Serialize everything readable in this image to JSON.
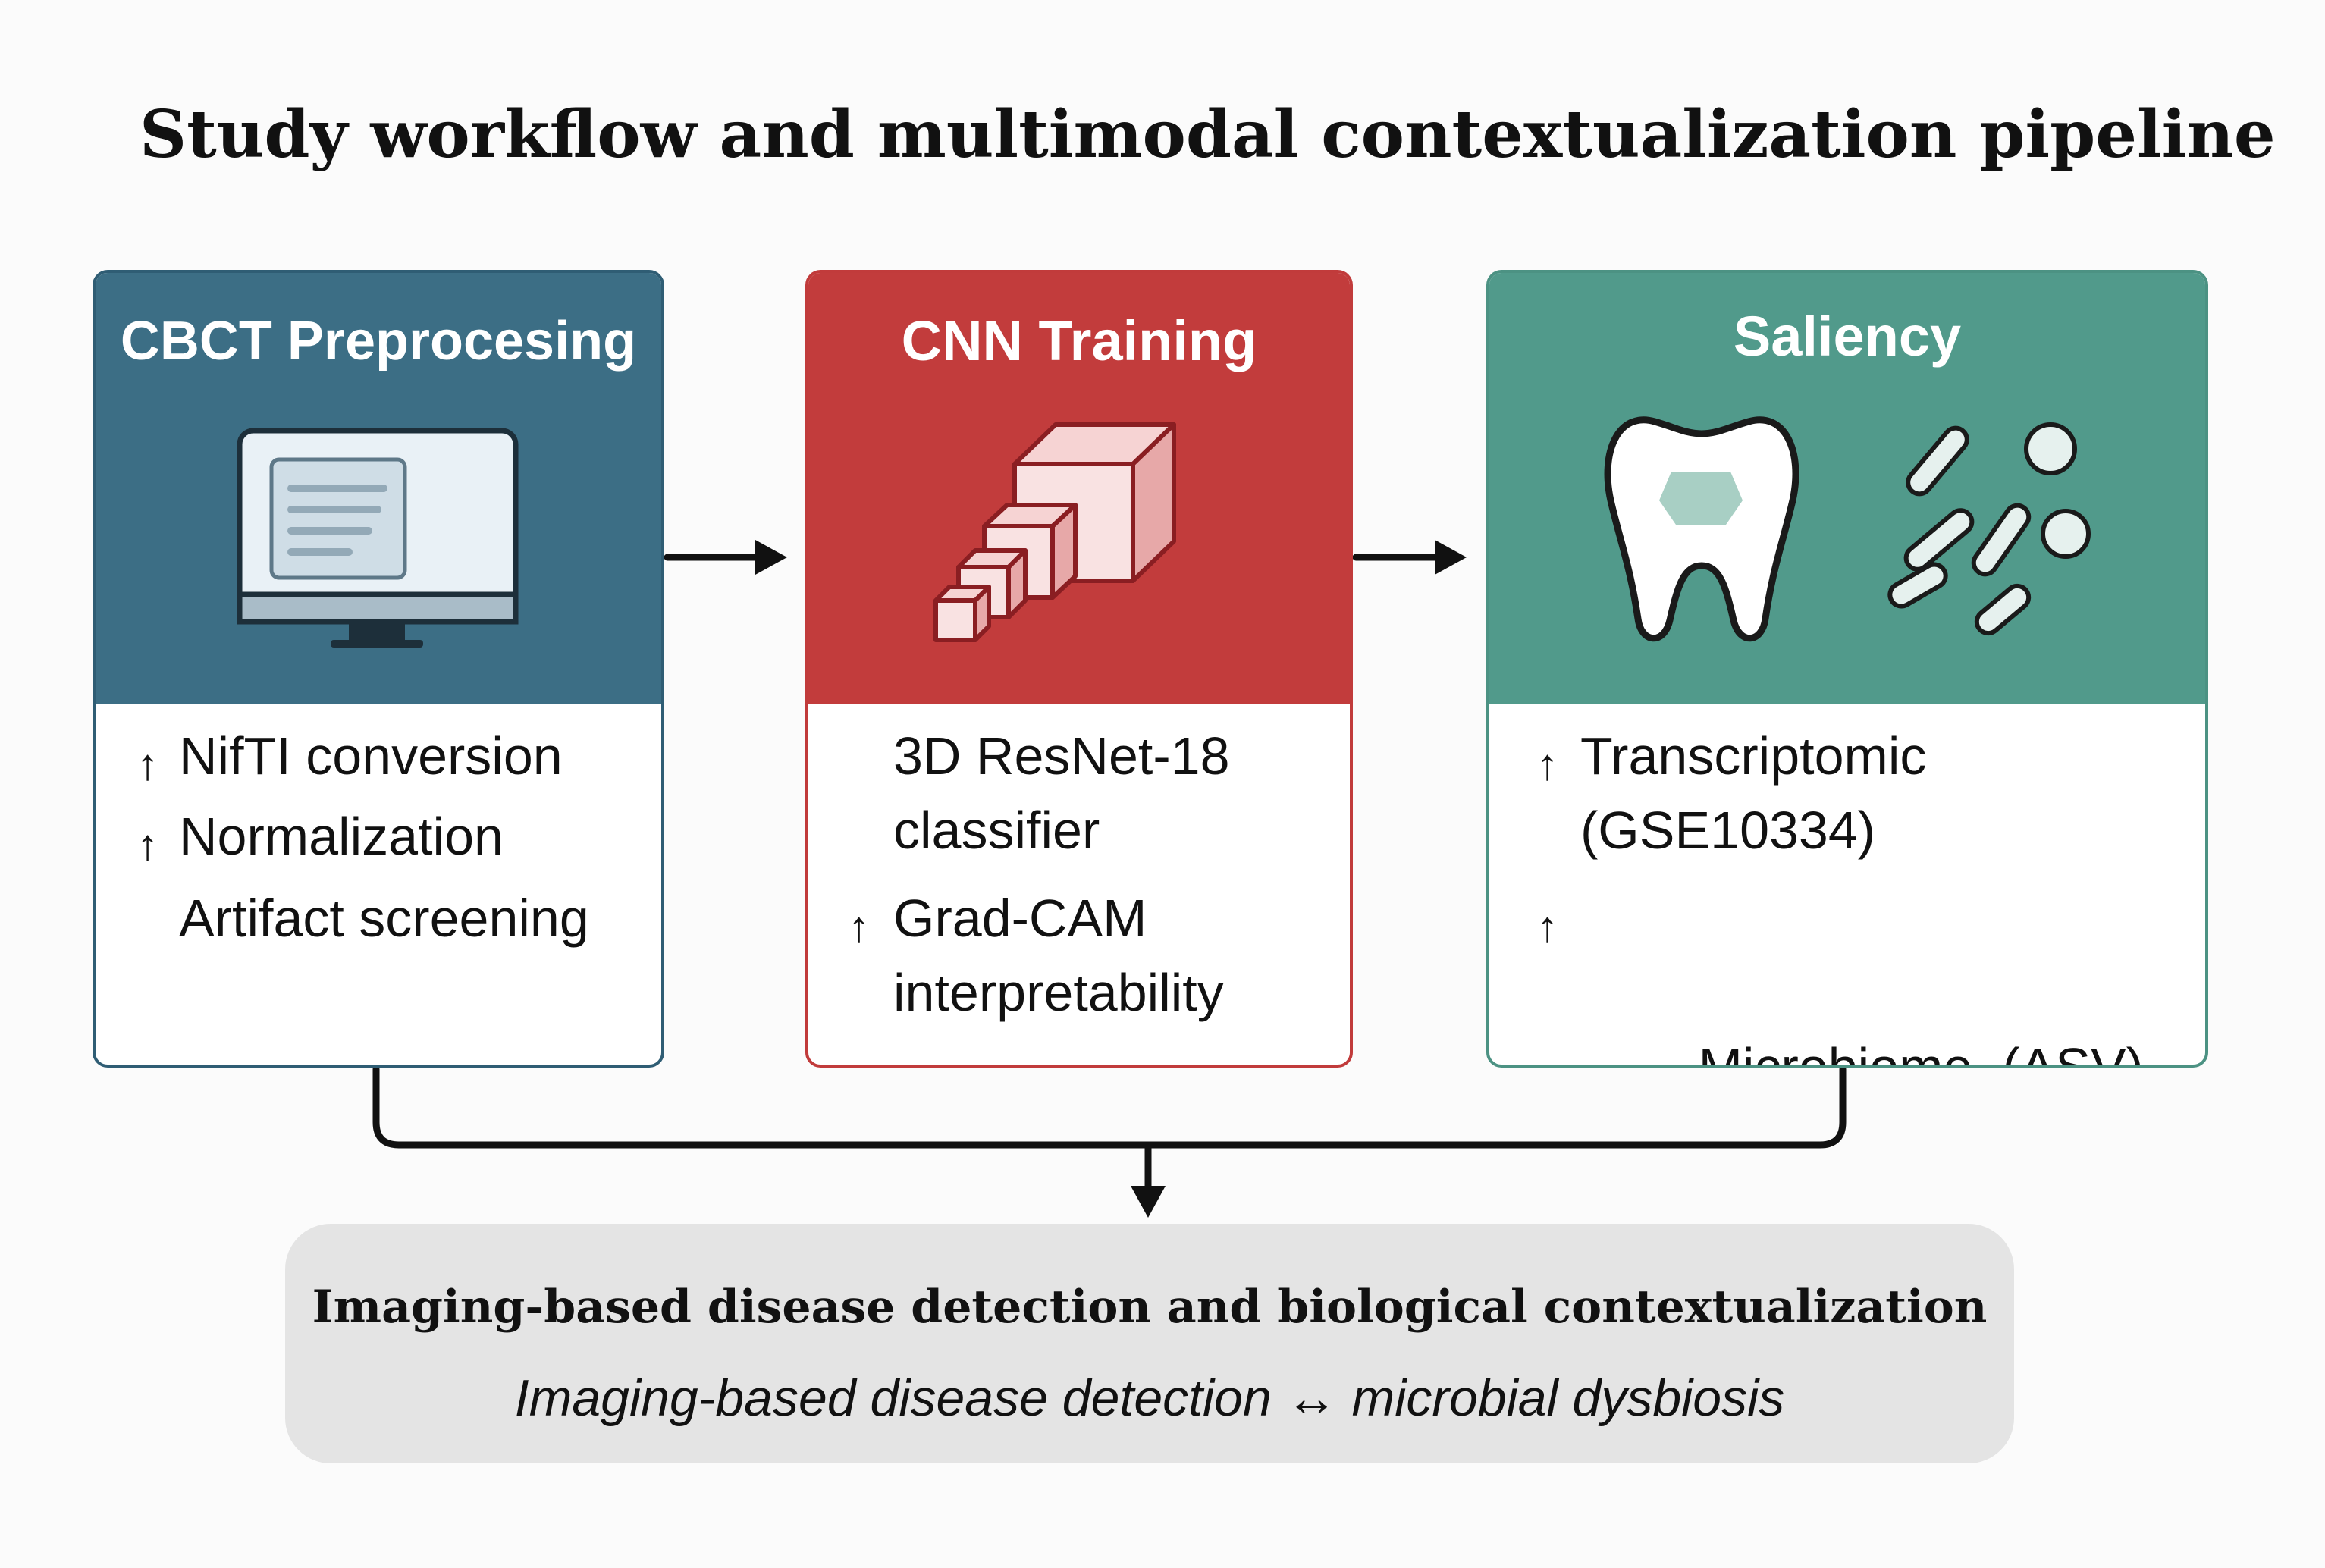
{
  "title": "Study workflow and multimodal contextualization pipeline",
  "colors": {
    "preprocessing": "#3c6e85",
    "training": "#c23c3c",
    "saliency": "#519a8b",
    "result_box": "#e4e4e4",
    "connector": "#111111"
  },
  "panels": [
    {
      "title": "CBCT Preprocesing",
      "icon": "monitor-icon",
      "items": [
        {
          "marker": "↑",
          "text": "NifTI conversion"
        },
        {
          "marker": "↑",
          "text": "Normalization"
        },
        {
          "marker": "",
          "text": "Artifact screening"
        }
      ]
    },
    {
      "title": "CNN Training",
      "icon": "3d-cubes-icon",
      "items": [
        {
          "marker": "",
          "text": "3D ResNet-18"
        },
        {
          "marker": "",
          "text": "classifier"
        },
        {
          "marker": "↑",
          "text": "Grad-CAM"
        },
        {
          "marker": "",
          "text": "interpretability"
        }
      ]
    },
    {
      "title": "Saliency",
      "icons": [
        "tooth-icon",
        "bacteria-icon"
      ],
      "items": [
        {
          "marker": "↑",
          "text": "Transcriptomic"
        },
        {
          "marker": "",
          "text": "(GSE10334)"
        },
        {
          "marker": "↑",
          "text": "Microbiome  (ASV)"
        }
      ]
    }
  ],
  "result": {
    "heading": "Imaging-based disease detection and biological contextualization",
    "subtitle": "Imaging-based disease detection ↔ microbial dysbiosis"
  }
}
